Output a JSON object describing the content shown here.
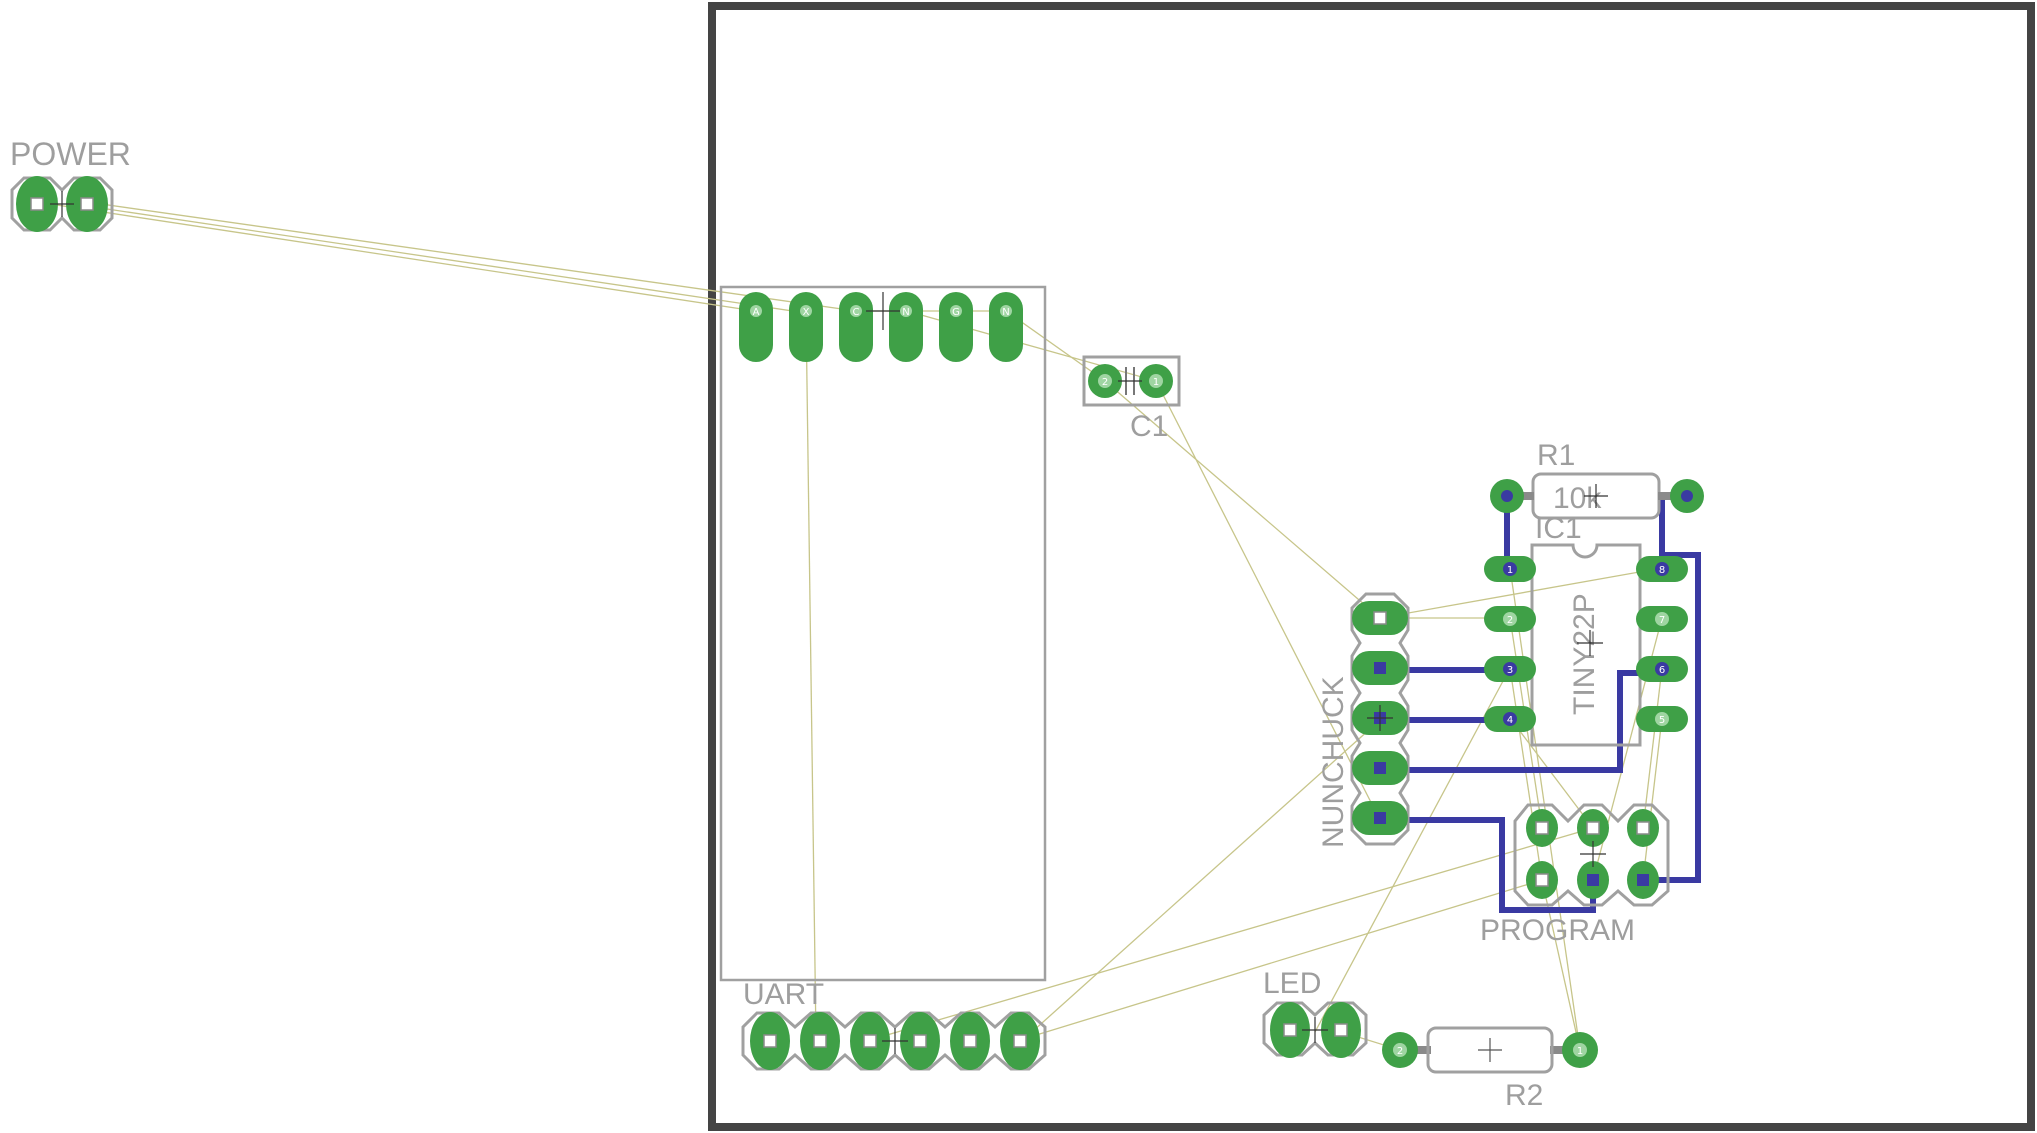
{
  "labels": {
    "power": "POWER",
    "c1": "C1",
    "r1": "R1",
    "r1_value": "10k",
    "ic1": "IC1",
    "ic1_value": "TINY22P",
    "nunchuck": "NUNCHUCK",
    "program": "PROGRAM",
    "uart": "UART",
    "led": "LED",
    "r2": "R2"
  },
  "ic1_pins": [
    "1",
    "2",
    "3",
    "4",
    "8",
    "7",
    "6",
    "5"
  ],
  "c1_pins": [
    "2",
    "1"
  ],
  "r2_pins": [
    "2",
    "1"
  ],
  "module_pins": [
    "A",
    "X",
    "C",
    "N",
    "G",
    "N"
  ],
  "colors": {
    "pad": "#3fa047",
    "airwire": "#c7c58a",
    "trace": "#3a3aa2",
    "silk": "#a0a0a0",
    "outline": "#444444"
  }
}
